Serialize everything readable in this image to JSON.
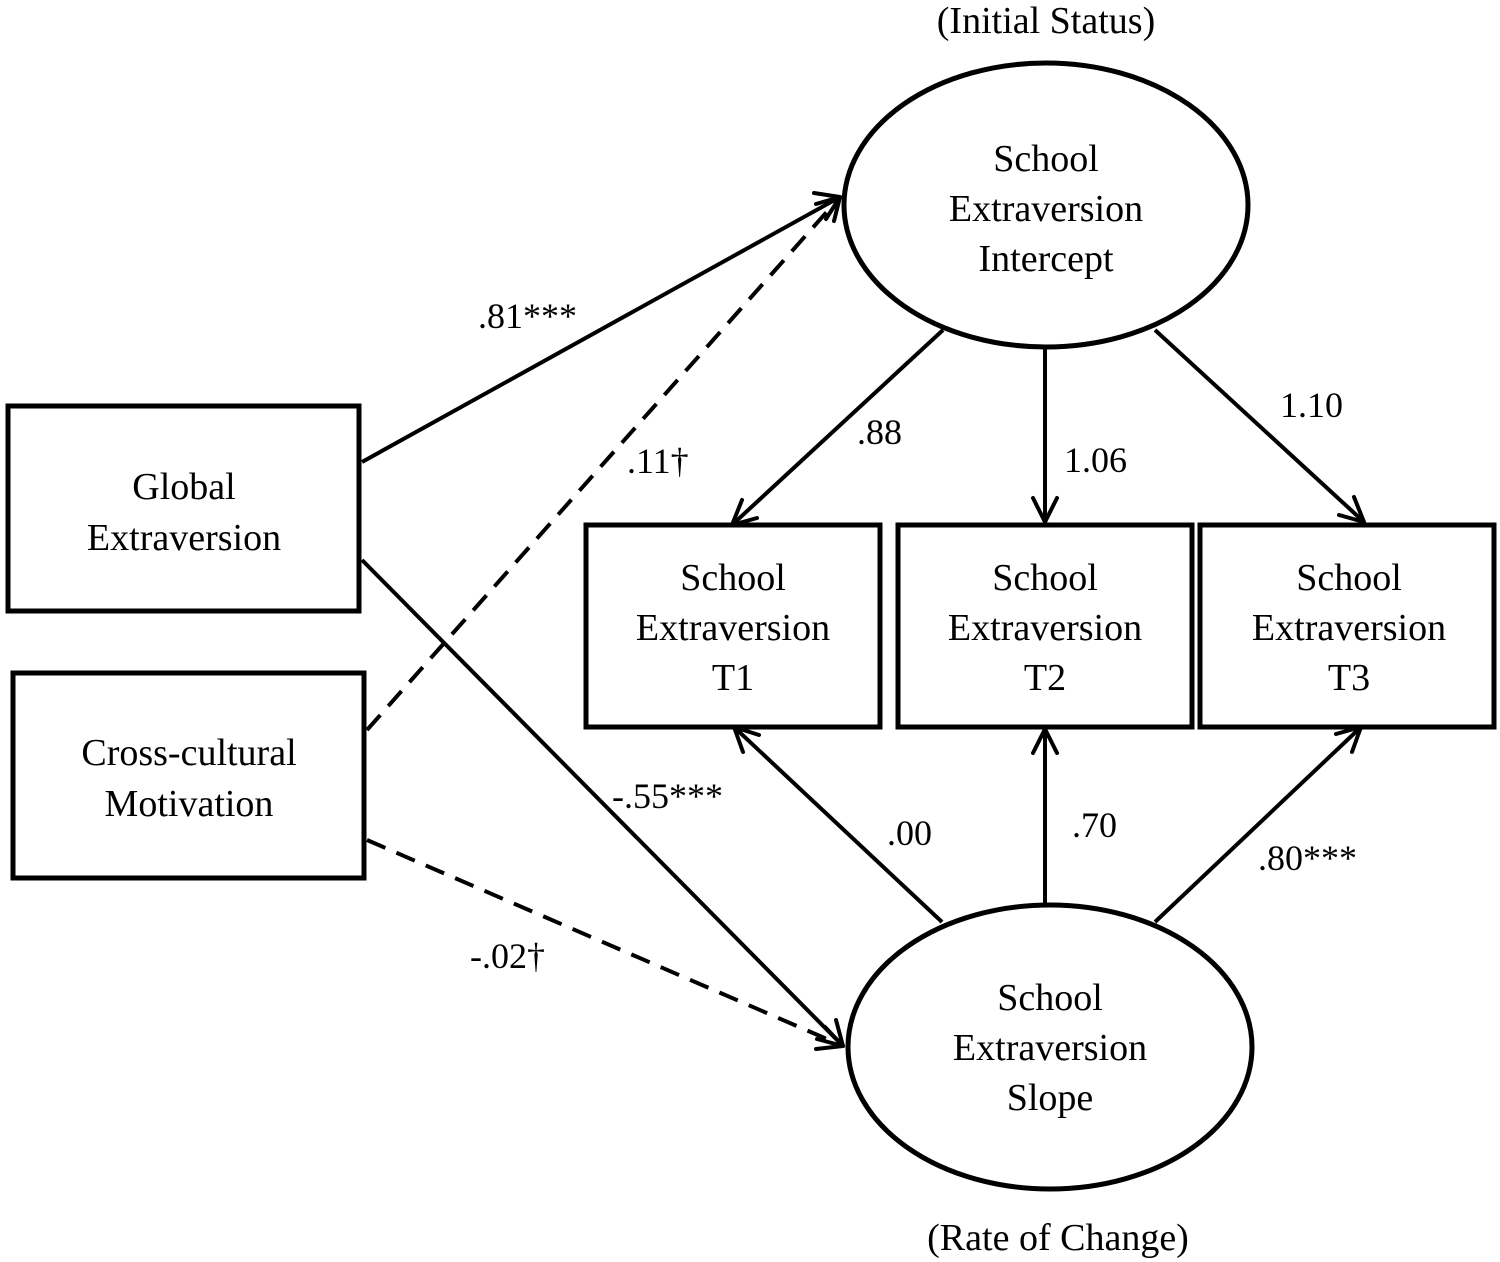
{
  "nodes": {
    "intercept": {
      "lines": [
        "School",
        "Extraversion",
        "Intercept"
      ],
      "caption": "(Initial Status)"
    },
    "slope": {
      "lines": [
        "School",
        "Extraversion",
        "Slope"
      ],
      "caption": "(Rate of Change)"
    },
    "global": {
      "lines": [
        "Global",
        "Extraversion"
      ]
    },
    "motivation": {
      "lines": [
        "Cross-cultural",
        "Motivation"
      ]
    },
    "t1": {
      "lines": [
        "School",
        "Extraversion",
        "T1"
      ]
    },
    "t2": {
      "lines": [
        "School",
        "Extraversion",
        "T2"
      ]
    },
    "t3": {
      "lines": [
        "School",
        "Extraversion",
        "T3"
      ]
    }
  },
  "edges": {
    "global_intercept": {
      "from": "Global Extraversion",
      "to": "School Extraversion Intercept",
      "label": ".81***",
      "style": "solid"
    },
    "motivation_intercept": {
      "from": "Cross-cultural Motivation",
      "to": "School Extraversion Intercept",
      "label": ".11†",
      "style": "dashed"
    },
    "global_slope": {
      "from": "Global Extraversion",
      "to": "School Extraversion Slope",
      "label": "-.55***",
      "style": "solid"
    },
    "motivation_slope": {
      "from": "Cross-cultural Motivation",
      "to": "School Extraversion Slope",
      "label": "-.02†",
      "style": "dashed"
    },
    "intercept_t1": {
      "from": "School Extraversion Intercept",
      "to": "School Extraversion T1",
      "label": ".88",
      "style": "solid"
    },
    "intercept_t2": {
      "from": "School Extraversion Intercept",
      "to": "School Extraversion T2",
      "label": "1.06",
      "style": "solid"
    },
    "intercept_t3": {
      "from": "School Extraversion Intercept",
      "to": "School Extraversion T3",
      "label": "1.10",
      "style": "solid"
    },
    "slope_t1": {
      "from": "School Extraversion Slope",
      "to": "School Extraversion T1",
      "label": ".00",
      "style": "solid"
    },
    "slope_t2": {
      "from": "School Extraversion Slope",
      "to": "School Extraversion T2",
      "label": ".70",
      "style": "solid"
    },
    "slope_t3": {
      "from": "School Extraversion Slope",
      "to": "School Extraversion T3",
      "label": ".80***",
      "style": "solid"
    }
  }
}
